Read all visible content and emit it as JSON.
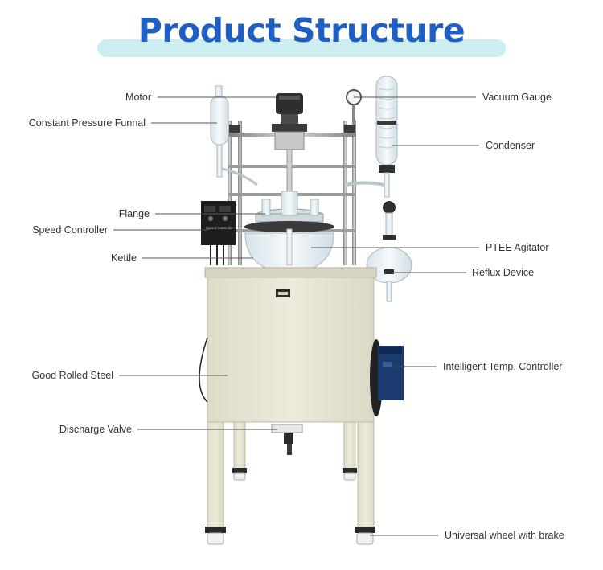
{
  "title": "Product Structure",
  "labels": {
    "motor": "Motor",
    "constant_pressure_funnal": "Constant Pressure Funnal",
    "flange": "Flange",
    "speed_controller": "Speed Controller",
    "kettle": "Kettle",
    "good_rolled_steel": "Good Rolled Steel",
    "discharge_valve": "Discharge Valve",
    "vacuum_gauge": "Vacuum Gauge",
    "condenser": "Condenser",
    "ptee_agitator": "PTEE Agitator",
    "reflux_device": "Reflux Device",
    "intelligent_temp_controller": "Intelligent Temp. Controller",
    "universal_wheel": "Universal wheel with brake"
  },
  "controller_panel_text": "Speed Controller",
  "colors": {
    "title": "#1f5fc4",
    "title_band": "#cdeef0",
    "cabinet": "#e9e6d6",
    "cabinet_shadow": "#d3cfbd",
    "metal": "#9a9a9a",
    "glass": "#dfe9ef",
    "dark": "#2a2a2a",
    "temp_box": "#1c3b6e"
  }
}
